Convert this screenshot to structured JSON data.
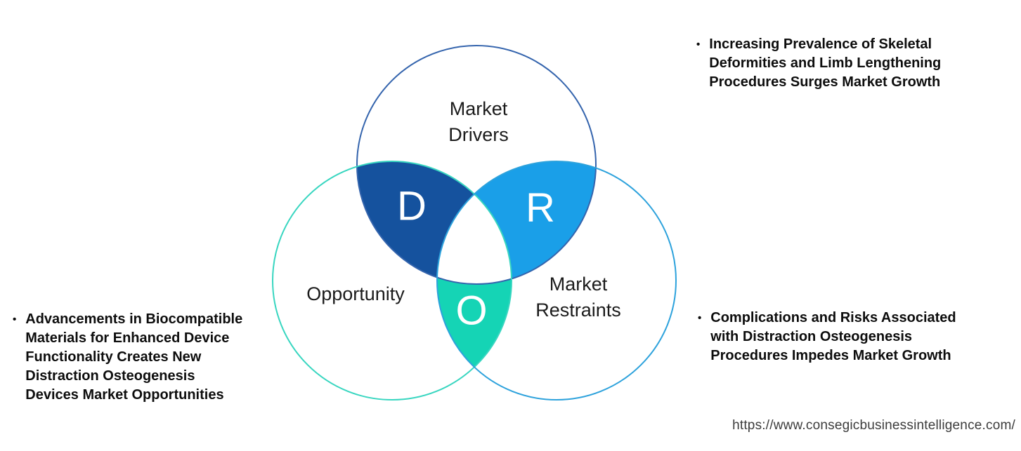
{
  "venn": {
    "drivers_label": "Market\nDrivers",
    "opportunity_label": "Opportunity",
    "restraints_label": "Market\nRestraints",
    "letter_d": "D",
    "letter_r": "R",
    "letter_o": "O",
    "colors": {
      "d_region_fill": "#15529e",
      "r_region_fill": "#1a9fe8",
      "o_region_fill": "#15d4b5",
      "drivers_stroke": "#3464ad",
      "opportunity_stroke": "#38d6c0",
      "restraints_stroke": "#2da2dc",
      "center_fill": "#ffffff"
    }
  },
  "bullets": {
    "marker": "•",
    "driver": "Increasing Prevalence of Skeletal\nDeformities and Limb Lengthening\nProcedures Surges Market Growth",
    "opportunity": "Advancements in Biocompatible\nMaterials for Enhanced Device\nFunctionality Creates New\nDistraction Osteogenesis\nDevices Market Opportunities",
    "restraint": "Complications and Risks Associated\nwith Distraction Osteogenesis\nProcedures Impedes Market Growth"
  },
  "footer": {
    "url": "https://www.consegicbusinessintelligence.com/"
  }
}
